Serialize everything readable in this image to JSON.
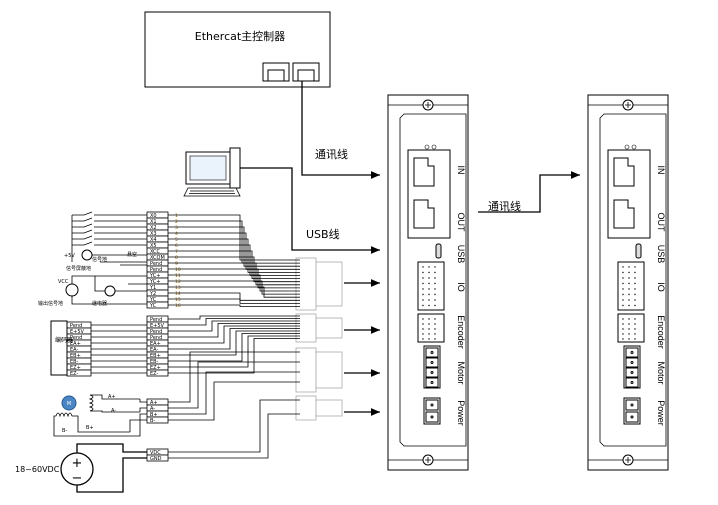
{
  "controller": {
    "title": "Ethercat主控制器"
  },
  "cables": {
    "comm1": "通讯线",
    "comm2": "通讯线",
    "usb": "USB线"
  },
  "driver_ports": [
    "IN",
    "OUT",
    "USB",
    "IO",
    "Encoder",
    "Motor",
    "Power"
  ],
  "io": {
    "terminals": [
      "X0",
      "X1",
      "X2",
      "X3",
      "X4",
      "X5",
      "XCC",
      "XCOM",
      "Pend",
      "Pend",
      "YC+",
      "YC+",
      "Y1",
      "Y2",
      "YC",
      "YC"
    ],
    "pins": [
      "1",
      "2",
      "3",
      "4",
      "5",
      "6",
      "7",
      "8",
      "9",
      "10",
      "11",
      "12",
      "13",
      "14",
      "15",
      "16"
    ],
    "plus5v": "+5V",
    "signal_gnd": "信号地",
    "floating": "悬空",
    "shield_gnd": "信号屏蔽地",
    "vcc": "VCC",
    "output_signal_gnd": "输出信号地",
    "relay": "继电器"
  },
  "encoder": {
    "name": "编码器",
    "left_labels": [
      "Pend",
      "E+5V",
      "Pend",
      "EA+",
      "EA-",
      "EB+",
      "EB-",
      "EZ+",
      "EZ-"
    ],
    "terminals": [
      "Pend",
      "E+5V",
      "Pend",
      "Pend",
      "EA+",
      "EA-",
      "EB+",
      "EB-",
      "EZ+",
      "EZ-"
    ]
  },
  "motor": {
    "symbol": "M",
    "labels": [
      "A+",
      "A-",
      "B+",
      "B-"
    ],
    "terminals": [
      "A+",
      "A-",
      "B+",
      "B-"
    ]
  },
  "power": {
    "terminals": [
      "VDC",
      "GND"
    ],
    "voltage": "18~60VDC",
    "plus": "+",
    "minus": "−"
  }
}
